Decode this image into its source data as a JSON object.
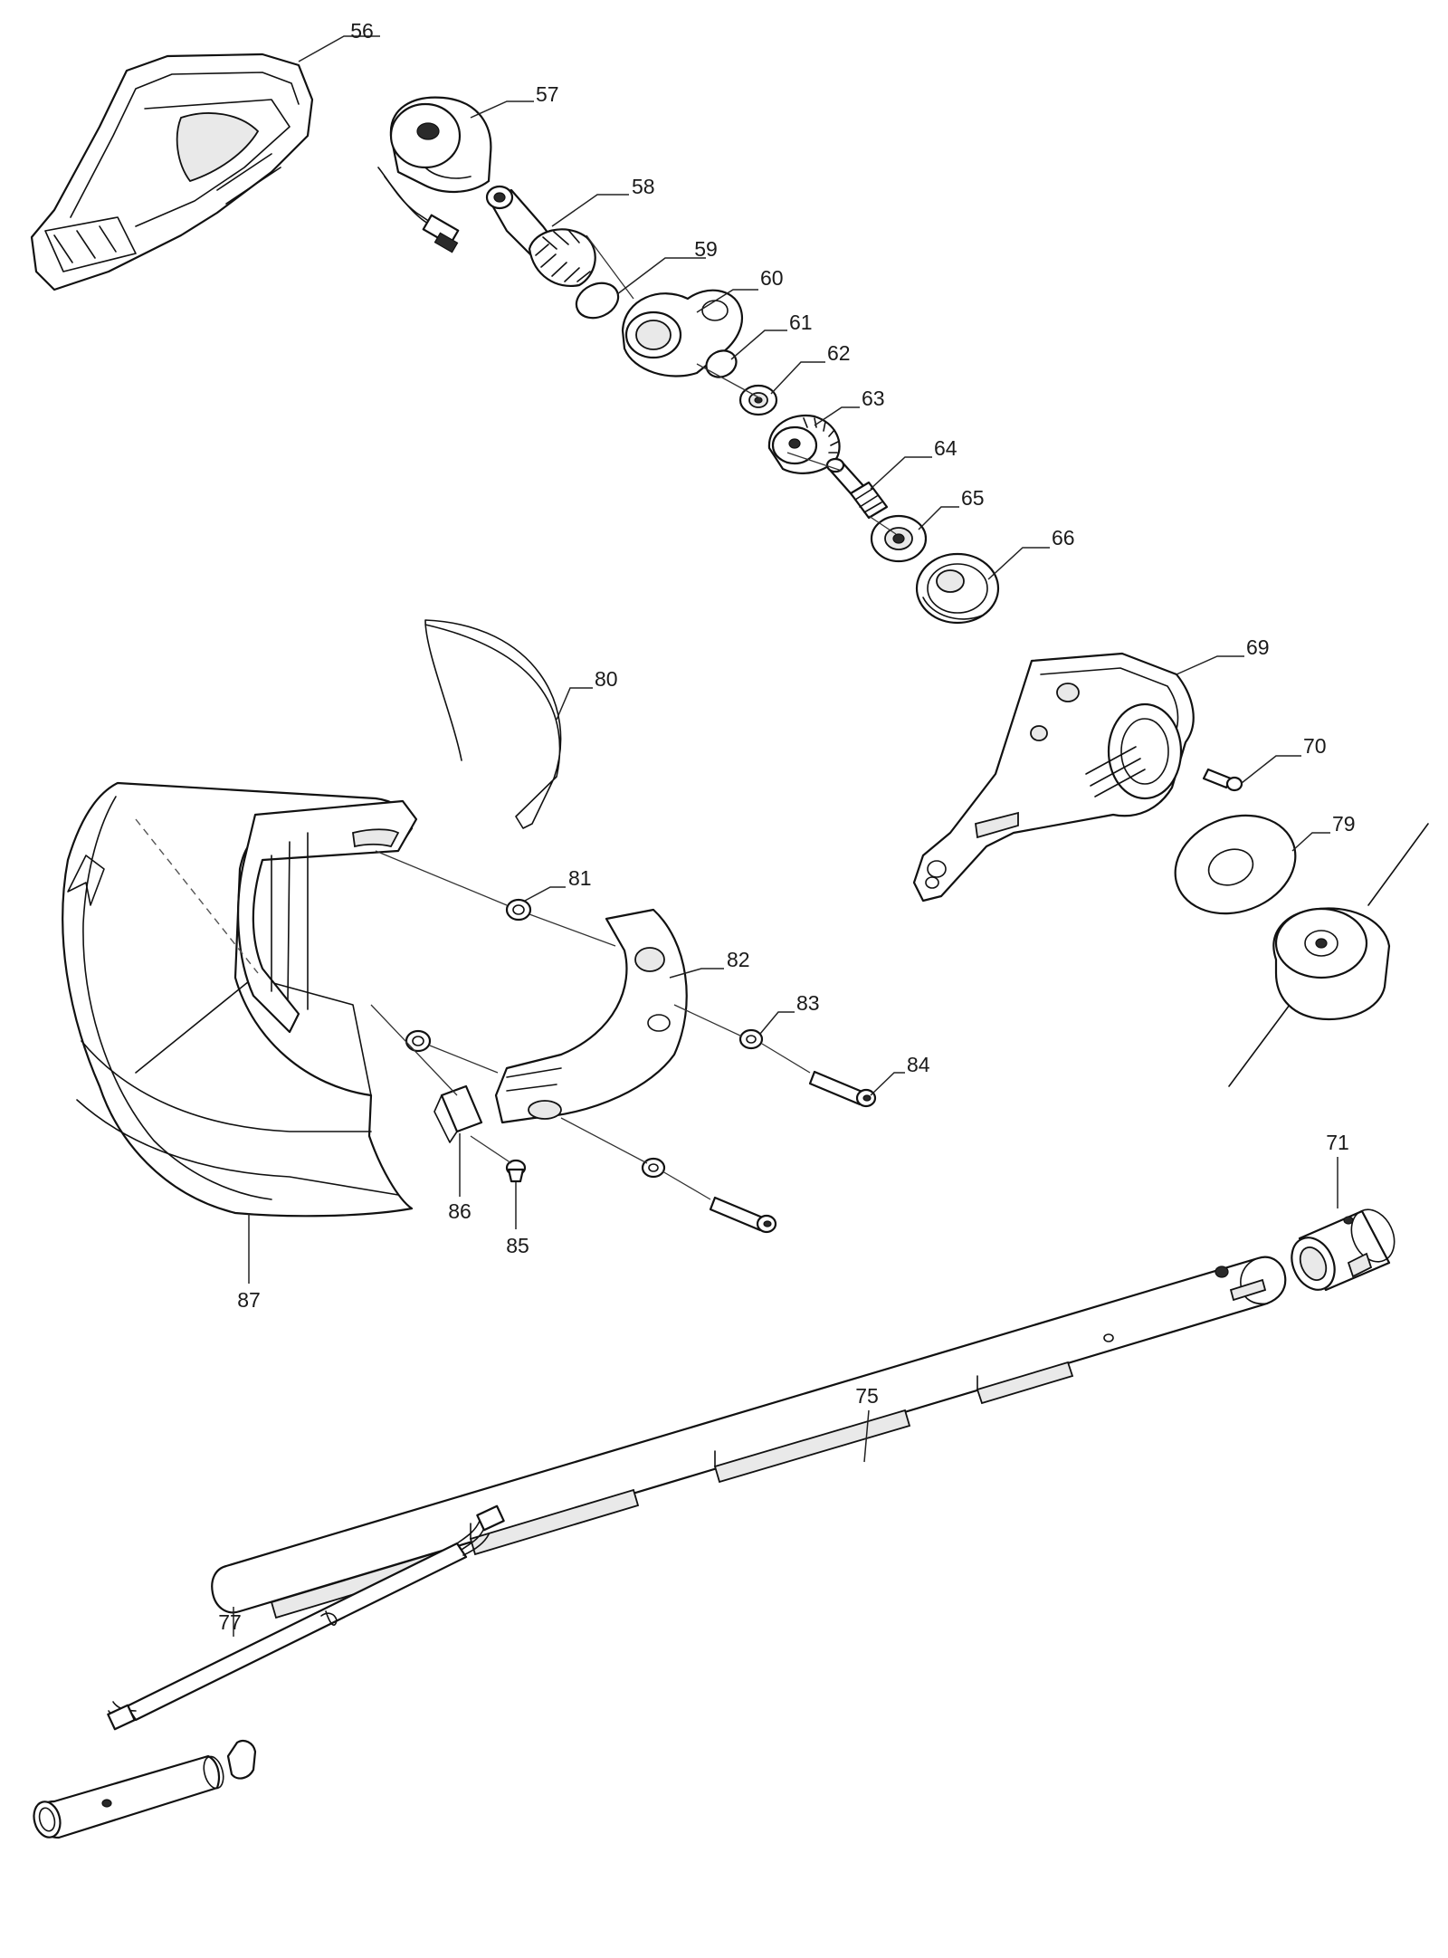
{
  "diagram": {
    "part_numbers": [
      "56",
      "57",
      "58",
      "59",
      "60",
      "61",
      "62",
      "63",
      "64",
      "65",
      "66",
      "69",
      "70",
      "71",
      "75",
      "77",
      "79",
      "80",
      "81",
      "82",
      "83",
      "84",
      "85",
      "86",
      "87"
    ]
  }
}
